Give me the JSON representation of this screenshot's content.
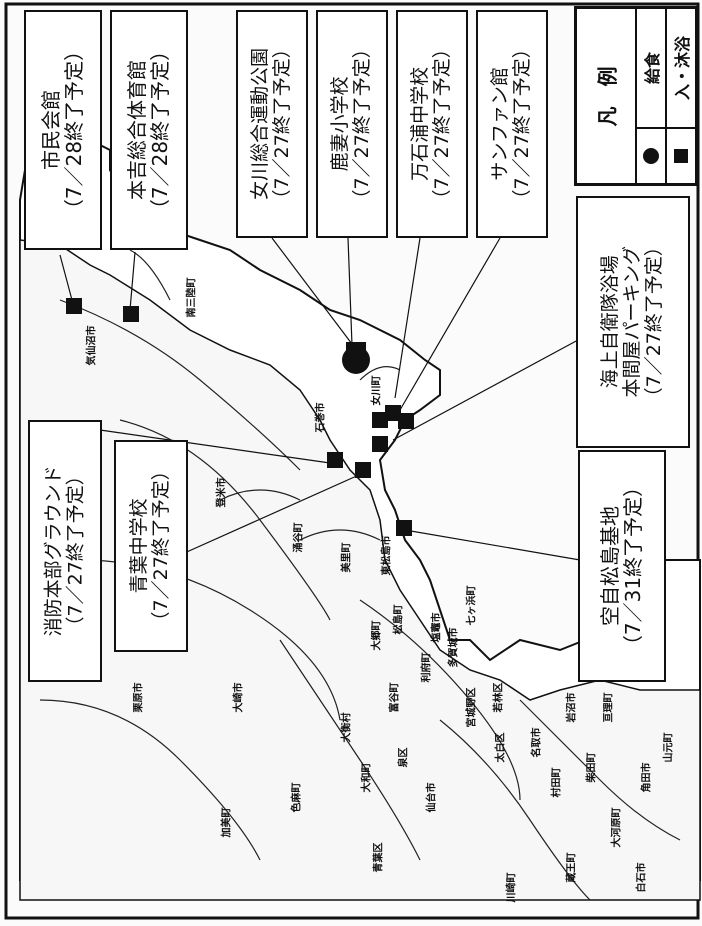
{
  "legend": {
    "title": "凡　例",
    "items": [
      {
        "symbol": "circle-icon",
        "label": "給食"
      },
      {
        "symbol": "square-icon",
        "label": "入・沐浴"
      }
    ]
  },
  "facilities": [
    {
      "name": "市民会館",
      "note": "（7／28終了予定）"
    },
    {
      "name": "本吉総合体育館",
      "note": "（7／28終了予定）"
    },
    {
      "name": "女川総合運動公園",
      "note": "（7／27終了予定）"
    },
    {
      "name": "鹿妻小学校",
      "note": "（7／27終了予定）"
    },
    {
      "name": "万石浦中学校",
      "note": "（7／27終了予定）"
    },
    {
      "name": "サンファン館",
      "note": "（7／27終了予定）"
    },
    {
      "name": "海上自衛隊浴場",
      "name2": "本間屋パーキング",
      "note": "（7／27終了予定）"
    },
    {
      "name": "消防本部グラウンド",
      "note": "（7／27終了予定）"
    },
    {
      "name": "青葉中学校",
      "note": "（7／27終了予定）"
    },
    {
      "name": "空自松島基地",
      "note": "（7／31終了予定）"
    }
  ],
  "places": [
    "気仙沼市",
    "南三陸町",
    "石巻市",
    "女川町",
    "登米市",
    "涌谷町",
    "美里町",
    "東松島市",
    "松島町",
    "七ヶ浜町",
    "大崎市",
    "大郷町",
    "利府町",
    "塩竈市",
    "多賀城市",
    "富谷町",
    "大衡村",
    "色麻町",
    "大和町",
    "仙台市",
    "泉区",
    "青葉区",
    "宮城野区",
    "若林区",
    "太白区",
    "名取市",
    "岩沼市",
    "亘理町",
    "山元町",
    "角田市",
    "村田町",
    "柴田町",
    "大河原町",
    "蔵王町",
    "白石市",
    "川崎町",
    "加美町",
    "栗原市"
  ]
}
